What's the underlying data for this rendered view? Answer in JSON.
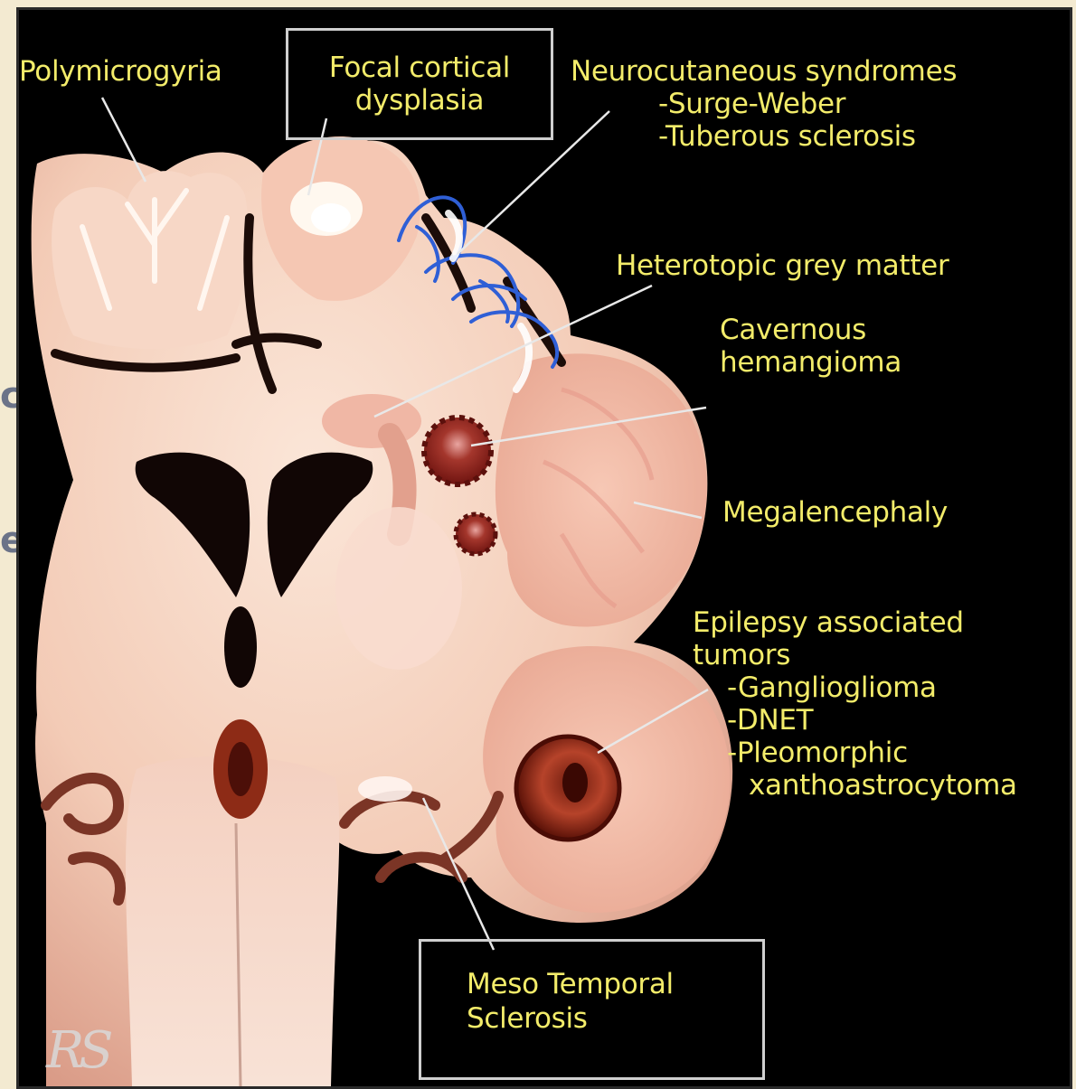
{
  "labels": {
    "polymicrogyria": "Polymicrogyria",
    "focal_cortical_dysplasia": [
      "Focal cortical",
      "dysplasia"
    ],
    "neurocutaneous": [
      "Neurocutaneous syndromes",
      "-Surge-Weber",
      "-Tuberous sclerosis"
    ],
    "heterotopic": "Heterotopic grey matter",
    "cavernous": [
      "Cavernous",
      "hemangioma"
    ],
    "megalencephaly": "Megalencephaly",
    "epilepsy_tumors": [
      "Epilepsy associated",
      "tumors",
      "-Ganglioglioma",
      "-DNET",
      "-Pleomorphic",
      "xanthoastrocytoma"
    ],
    "meso_temporal": [
      "Meso Temporal",
      "Sclerosis"
    ]
  },
  "signature": "RS",
  "background_fragments": [
    "c",
    "e"
  ],
  "colors": {
    "label_text": "#f3ec6a",
    "background": "#000000",
    "page": "#f3ead1",
    "brain_tissue": "#f6d2bf",
    "lesion": "#8e1f1a",
    "vessels": "#2f5fd6"
  }
}
